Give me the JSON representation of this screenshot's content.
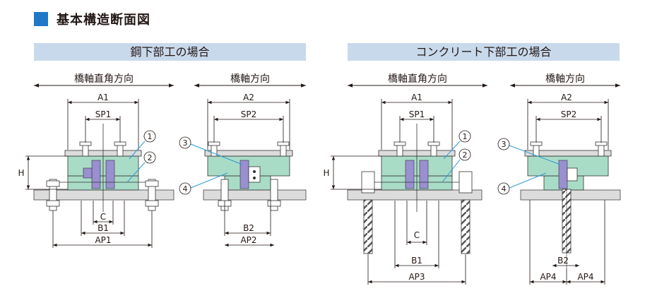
{
  "header": {
    "title": "基本構造断面図",
    "accent_color": "#1f78c8"
  },
  "sections": [
    {
      "label": "鋼下部工の場合"
    },
    {
      "label": "コンクリート下部工の場合"
    }
  ],
  "directions": {
    "transverse": "橋軸直角方向",
    "longitudinal": "橋軸方向"
  },
  "dimensions": {
    "A1": "A1",
    "SP1": "SP1",
    "H": "H",
    "C": "C",
    "B1": "B1",
    "AP1": "AP1",
    "A2": "A2",
    "SP2": "SP2",
    "B2": "B2",
    "AP2": "AP2",
    "AP3": "AP3",
    "AP4": "AP4"
  },
  "callouts": {
    "n1": "1",
    "n2": "2",
    "n3": "3",
    "n4": "4"
  },
  "colors": {
    "bearing_body": "#a9dcc7",
    "slide_plate": "#9a8fd0",
    "base_plate": "#dcdcdc",
    "callout_line": "#2b9bd6",
    "title_band": "#c9d9ec"
  }
}
